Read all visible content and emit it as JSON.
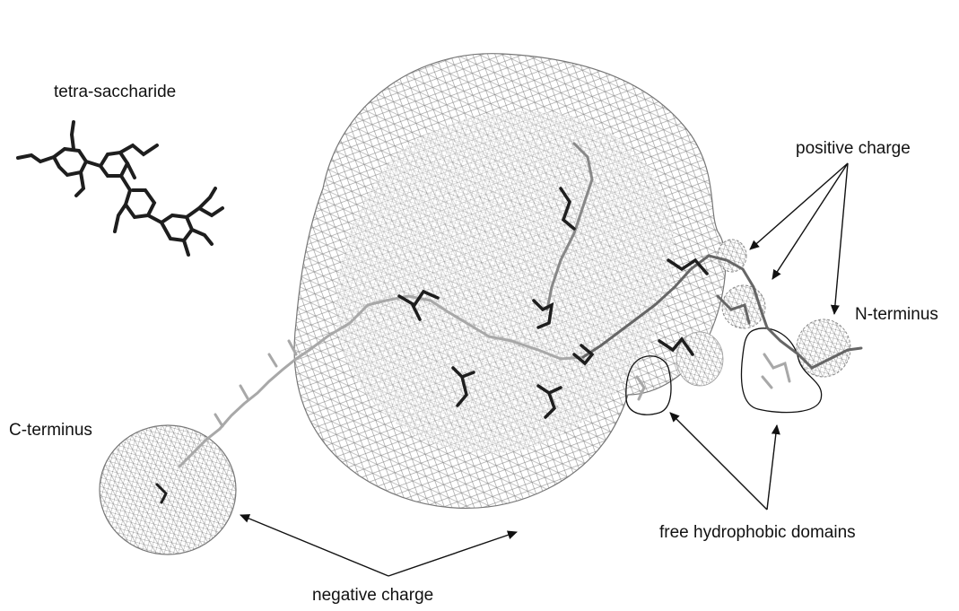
{
  "labels": {
    "tetra_saccharide": "tetra-saccharide",
    "positive_charge": "positive charge",
    "n_terminus": "N-terminus",
    "c_terminus": "C-terminus",
    "free_hydrophobic_domains": "free hydrophobic domains",
    "negative_charge": "negative charge"
  },
  "colors": {
    "mesh": "#8a8a8a",
    "mesh_light": "#b5b5b5",
    "stick_dark": "#1e1e1e",
    "stick_mid": "#666666",
    "stick_light": "#a8a8a8",
    "arrow": "#111111",
    "background": "#ffffff"
  }
}
